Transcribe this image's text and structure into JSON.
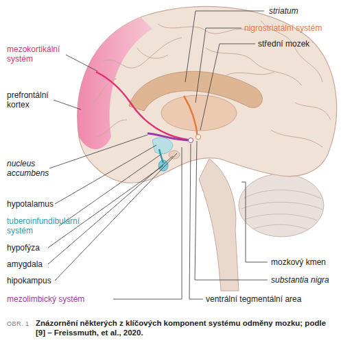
{
  "diagram": {
    "caption": "Znázornění některých z klíčových komponent systému odměny mozku; podle [9] – Freissmuth, et al., 2020.",
    "labels": [
      "striatum",
      "nigrostriatální systém",
      "střední mozek",
      "mezokortikální systém",
      "prefrontální kortex",
      "nucleus accumbens",
      "hypotalamus",
      "tuberoinfundibulární systém",
      "hypofýza",
      "amygdala",
      "hipokampus",
      "mezolimbický systém",
      "mozkový kmen",
      "substantia nigra",
      "ventrální tegmentální area",
      "OBR. 1"
    ]
  }
}
